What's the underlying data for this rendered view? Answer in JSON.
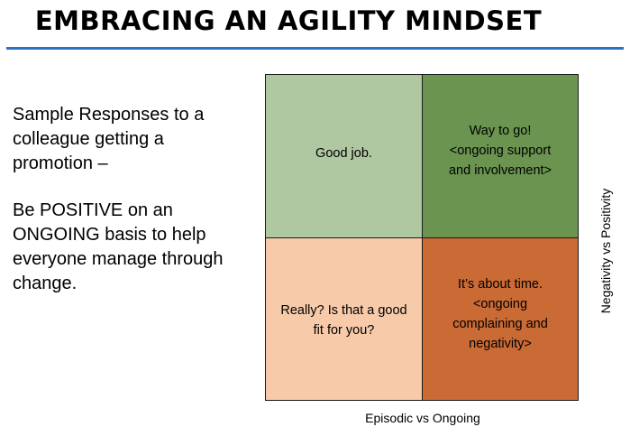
{
  "slide": {
    "title": "EMBRACING AN AGILITY MINDSET",
    "intro_text": "Sample Responses to a colleague getting a promotion –",
    "guidance_text": "Be POSITIVE on an ONGOING basis to help everyone manage through change."
  },
  "matrix": {
    "quadrants": {
      "top_left": "Good job.",
      "top_right": "Way to go!\n<ongoing support\nand involvement>",
      "bottom_left": "Really? Is that a good\nfit for you?",
      "bottom_right": "It’s about time.\n<ongoing\ncomplaining and\nnegativity>"
    },
    "x_axis_label": "Episodic vs Ongoing",
    "y_axis_label": "Negativity vs Positivity",
    "colors": {
      "top_left": "#b0c8a2",
      "top_right": "#6a9450",
      "bottom_left": "#f7caa9",
      "bottom_right": "#ca6a34",
      "title_rule": "#2b72c2"
    }
  }
}
